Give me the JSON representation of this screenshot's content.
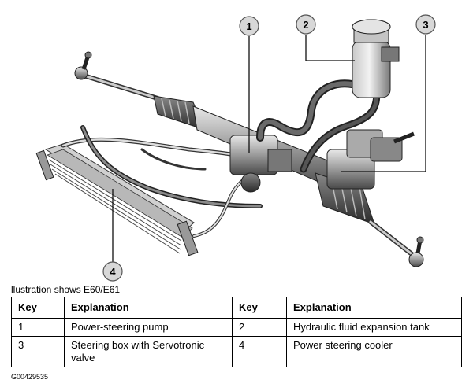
{
  "callouts": [
    "1",
    "2",
    "3",
    "4"
  ],
  "caption": "llustration shows E60/E61",
  "table": {
    "headers": [
      "Key",
      "Explanation",
      "Key",
      "Explanation"
    ],
    "rows": [
      [
        "1",
        "Power-steering pump",
        "2",
        "Hydraulic fluid expansion tank"
      ],
      [
        "3",
        "Steering box with Servotronic valve",
        "4",
        "Power steering cooler"
      ]
    ]
  },
  "figure_id": "G00429535"
}
